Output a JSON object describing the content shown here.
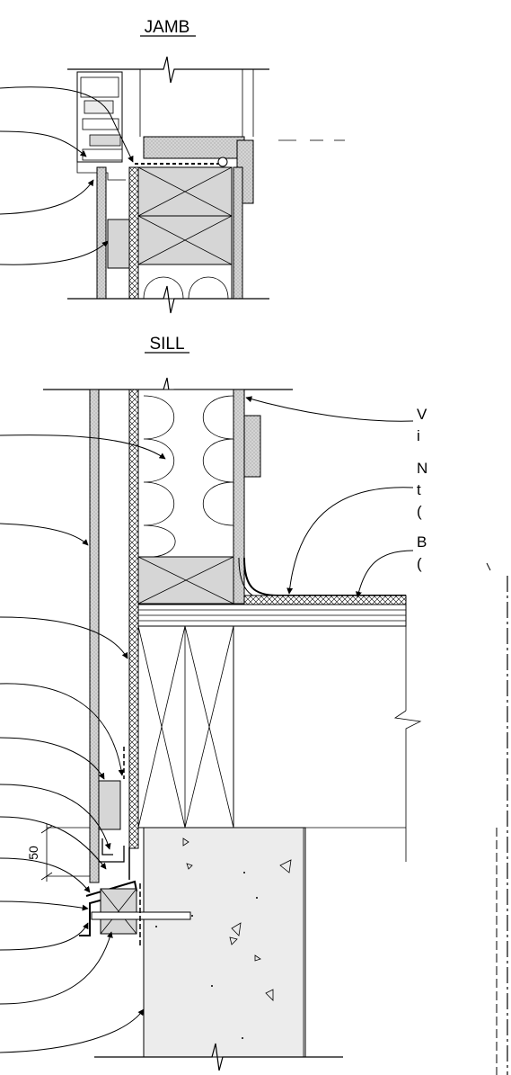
{
  "headings": {
    "jamb": "JAMB",
    "sill": "SILL"
  },
  "notes": {
    "note_1": [
      "V",
      "i"
    ],
    "note_2": [
      "N",
      "t",
      "("
    ],
    "note_3": [
      "B",
      "("
    ]
  },
  "dimension": {
    "label": "50"
  }
}
